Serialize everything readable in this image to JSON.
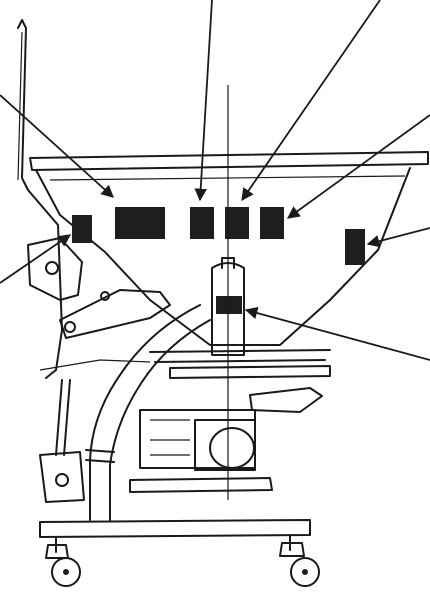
{
  "figure": {
    "subject": "mobile-hopper-machine",
    "ink_color": "#1a1a1a",
    "label_color": "#1e1e1e",
    "background": "#ffffff"
  },
  "markers": [
    {
      "id": "label-box-1"
    },
    {
      "id": "label-box-2"
    },
    {
      "id": "label-box-3"
    },
    {
      "id": "label-box-4"
    },
    {
      "id": "label-box-5"
    },
    {
      "id": "label-box-6"
    },
    {
      "id": "label-box-7"
    }
  ]
}
